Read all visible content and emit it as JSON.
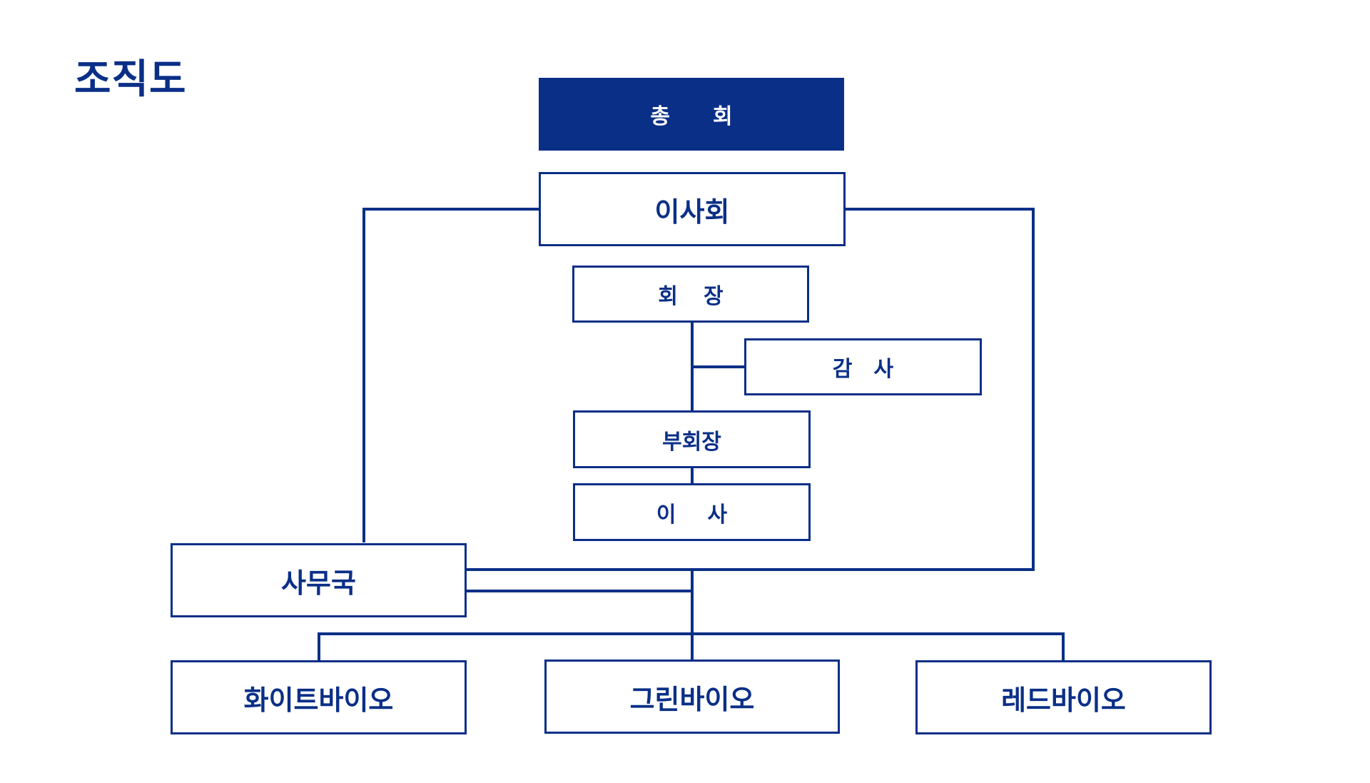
{
  "title": "조직도",
  "colors": {
    "primary": "#0a2f87",
    "background": "#ffffff"
  },
  "nodes": {
    "general_assembly": {
      "char1": "총",
      "char2": "회"
    },
    "board": {
      "label": "이사회"
    },
    "chairman": {
      "char1": "회",
      "char2": "장"
    },
    "auditor": {
      "char1": "감",
      "char2": "사"
    },
    "vice_chairman": {
      "label": "부회장"
    },
    "directors": {
      "char1": "이",
      "char2": "사"
    },
    "secretariat": {
      "label": "사무국"
    },
    "white_bio": {
      "label": "화이트바이오"
    },
    "green_bio": {
      "label": "그린바이오"
    },
    "red_bio": {
      "label": "레드바이오"
    }
  }
}
